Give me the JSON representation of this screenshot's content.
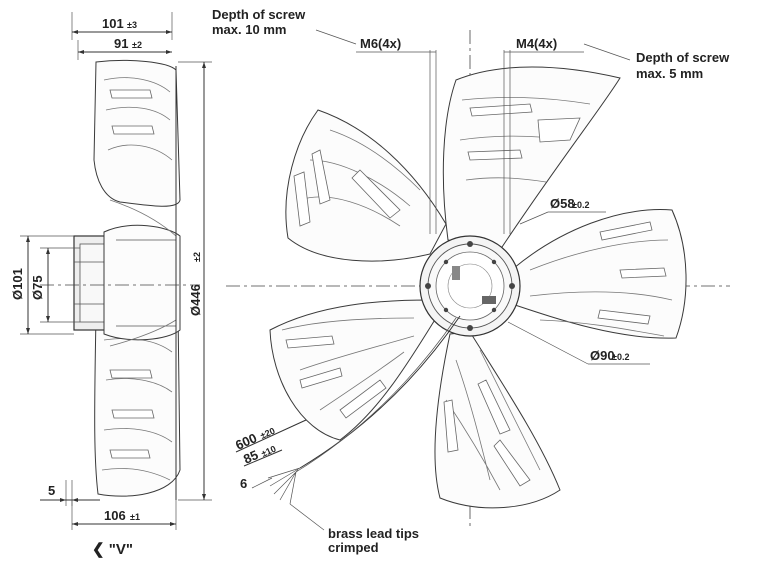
{
  "dimensions": {
    "width_total": "101",
    "width_total_tol": "±3",
    "width_inner": "91",
    "width_inner_tol": "±2",
    "diameter_outer": "Ø446",
    "diameter_outer_tol": "±2",
    "diameter_101": "Ø101",
    "diameter_75": "Ø75",
    "offset_5": "5",
    "bottom_width": "106",
    "bottom_width_tol": "±1",
    "d58": "Ø58",
    "d58_tol": "±0.2",
    "d90": "Ø90",
    "d90_tol": "±0.2",
    "lead_600": "600",
    "lead_600_tol": "±20",
    "lead_85": "85",
    "lead_85_tol": "±10",
    "lead_6": "6"
  },
  "labels": {
    "screw_left_line1": "Depth of screw",
    "screw_left_line2": "max. 10 mm",
    "screw_right_line1": "Depth of screw",
    "screw_right_line2": "max. 5 mm",
    "thread_m6": "M6(4x)",
    "thread_m4": "M4(4x)",
    "lead_tips_line1": "brass lead tips",
    "lead_tips_line2": "crimped",
    "view_marker": "❮ \"V\""
  }
}
